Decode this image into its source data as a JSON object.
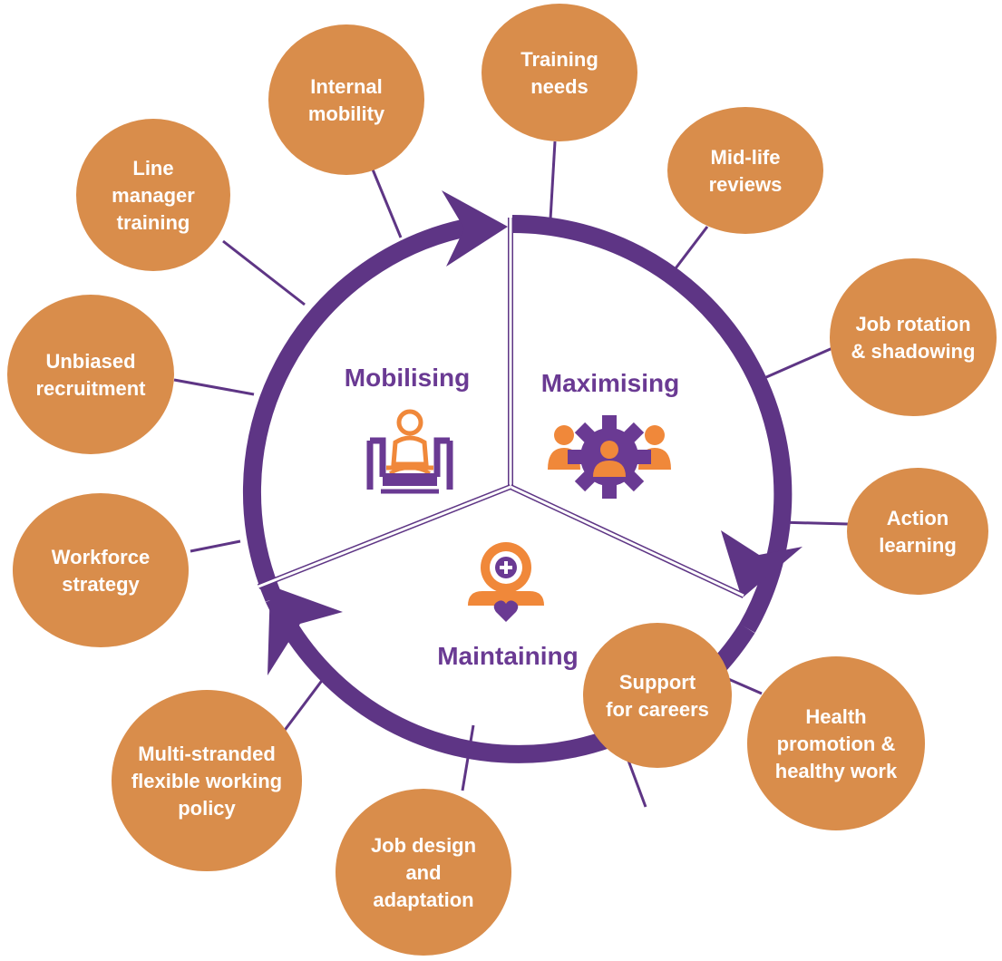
{
  "colors": {
    "purple": "#5e3585",
    "orange": "#d98d4b",
    "sector_text": "#6a3a93",
    "icon_orange": "#f0883a"
  },
  "sectors": {
    "mobilising": {
      "label": "Mobilising",
      "icon": "person-on-seat-icon"
    },
    "maximising": {
      "label": "Maximising",
      "icon": "team-gear-icon"
    },
    "maintaining": {
      "label": "Maintaining",
      "icon": "health-person-icon"
    }
  },
  "nodes": [
    {
      "id": "training-needs",
      "lines": [
        "Training",
        "needs"
      ]
    },
    {
      "id": "mid-life-reviews",
      "lines": [
        "Mid-life",
        "reviews"
      ]
    },
    {
      "id": "job-rotation",
      "lines": [
        "Job rotation",
        "& shadowing"
      ]
    },
    {
      "id": "action-learning",
      "lines": [
        "Action",
        "learning"
      ]
    },
    {
      "id": "health-promotion",
      "lines": [
        "Health",
        "promotion &",
        "healthy work"
      ]
    },
    {
      "id": "support-careers",
      "lines": [
        "Support",
        "for careers"
      ]
    },
    {
      "id": "job-design",
      "lines": [
        "Job design",
        "and",
        "adaptation"
      ]
    },
    {
      "id": "flexible-working",
      "lines": [
        "Multi-stranded",
        "flexible working",
        "policy"
      ]
    },
    {
      "id": "workforce-strategy",
      "lines": [
        "Workforce",
        "strategy"
      ]
    },
    {
      "id": "unbiased-recruitment",
      "lines": [
        "Unbiased",
        "recruitment"
      ]
    },
    {
      "id": "line-manager-training",
      "lines": [
        "Line",
        "manager",
        "training"
      ]
    },
    {
      "id": "internal-mobility",
      "lines": [
        "Internal",
        "mobility"
      ]
    }
  ]
}
